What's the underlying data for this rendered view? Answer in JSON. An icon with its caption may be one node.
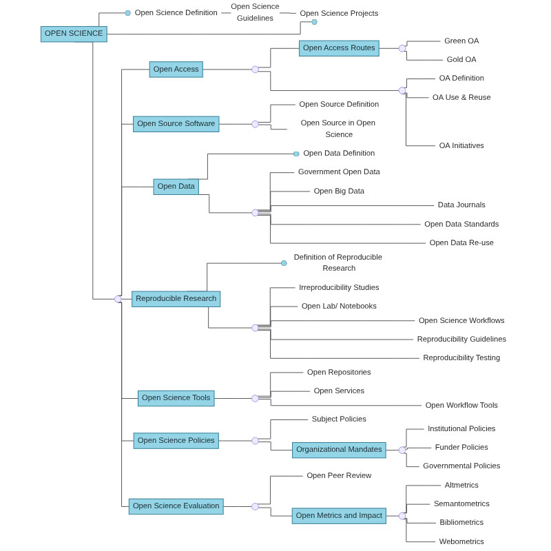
{
  "diagram": {
    "nodes": [
      {
        "text": [
          "OPEN SCIENCE"
        ]
      },
      {
        "text": [
          "Open Science Definition"
        ]
      },
      {
        "text": [
          "Open Science Projects"
        ]
      },
      {
        "text": [],
        "shape": "circle"
      },
      {
        "text": [
          "Open Access"
        ]
      },
      {
        "text": [
          "Open Source Software"
        ]
      },
      {
        "text": [
          "Open Data"
        ]
      },
      {
        "text": [
          "Reproducible Research"
        ]
      },
      {
        "text": [
          "Open Science Tools"
        ]
      },
      {
        "text": [
          "Open Science Policies"
        ]
      },
      {
        "text": [
          "Open Science Evaluation"
        ]
      },
      {
        "text": [],
        "shape": "circle"
      },
      {
        "text": [
          "Open Access Routes"
        ]
      },
      {
        "text": [],
        "shape": "circle"
      },
      {
        "text": [
          "Green OA"
        ]
      },
      {
        "text": [
          "Gold OA"
        ]
      },
      {
        "text": [],
        "shape": "circle"
      },
      {
        "text": [
          "OA Definition"
        ]
      },
      {
        "text": [
          "OA Use & Reuse"
        ]
      },
      {
        "text": [
          "OA Initiatives"
        ]
      },
      {
        "text": [],
        "shape": "circle"
      },
      {
        "text": [
          "Open Source Definition"
        ]
      },
      {
        "text": [
          "Open Source in Open Science"
        ]
      },
      {
        "text": [
          "Open Data Definition"
        ]
      },
      {
        "text": [],
        "shape": "circle"
      },
      {
        "text": [
          "Government Open Data"
        ]
      },
      {
        "text": [
          "Open Big Data"
        ]
      },
      {
        "text": [
          "Data Journals"
        ]
      },
      {
        "text": [
          "Open Data Standards"
        ]
      },
      {
        "text": [
          "Open Data Re-use"
        ]
      },
      {
        "text": [
          "Definition of Reproducible Research"
        ]
      },
      {
        "text": [],
        "shape": "circle"
      },
      {
        "text": [
          "Irreproducibility Studies"
        ]
      },
      {
        "text": [
          "Open Lab/ Notebooks"
        ]
      },
      {
        "text": [
          "Open Science Workflows"
        ]
      },
      {
        "text": [
          "Reproducibility Guidelines"
        ]
      },
      {
        "text": [
          "Reproducibility Testing"
        ]
      },
      {
        "text": [],
        "shape": "circle"
      },
      {
        "text": [
          "Open Repositories"
        ]
      },
      {
        "text": [
          "Open Services"
        ]
      },
      {
        "text": [
          "Open Workflow Tools"
        ]
      },
      {
        "text": [],
        "shape": "circle"
      },
      {
        "text": [
          "Subject Policies"
        ]
      },
      {
        "text": [
          "Organizational Mandates"
        ]
      },
      {
        "text": [],
        "shape": "circle"
      },
      {
        "text": [
          "Institutional Policies"
        ]
      },
      {
        "text": [
          "Funder Policies"
        ]
      },
      {
        "text": [
          "Governmental Policies"
        ]
      },
      {
        "text": [],
        "shape": "circle"
      },
      {
        "text": [
          "Open Peer Review"
        ]
      },
      {
        "text": [
          "Open Metrics and Impact"
        ]
      },
      {
        "text": [],
        "shape": "circle"
      },
      {
        "text": [
          "Altmetrics"
        ]
      },
      {
        "text": [
          "Semantometrics"
        ]
      },
      {
        "text": [
          "Bibliometrics"
        ]
      },
      {
        "text": [
          "Webometrics"
        ]
      }
    ],
    "edges": [
      {
        "from": 0,
        "to": 1,
        "arrow": "other"
      },
      {
        "from": 0,
        "to": 2,
        "arrow": "other"
      },
      {
        "from": 1,
        "to": 2,
        "arrow": "none",
        "label": "Open Science Guidelines"
      },
      {
        "from": 0,
        "to": 3,
        "arrow": "none"
      },
      {
        "from": 3,
        "to": 4,
        "arrow": "none"
      },
      {
        "from": 3,
        "to": 5,
        "arrow": "none"
      },
      {
        "from": 3,
        "to": 6,
        "arrow": "none"
      },
      {
        "from": 3,
        "to": 7,
        "arrow": "none"
      },
      {
        "from": 3,
        "to": 8,
        "arrow": "none"
      },
      {
        "from": 3,
        "to": 9,
        "arrow": "none"
      },
      {
        "from": 3,
        "to": 10,
        "arrow": "none"
      },
      {
        "from": 4,
        "to": 11,
        "arrow": "none"
      },
      {
        "from": 11,
        "to": 12,
        "arrow": "none"
      },
      {
        "from": 11,
        "to": 16,
        "arrow": "none"
      },
      {
        "from": 12,
        "to": 13,
        "arrow": "none"
      },
      {
        "from": 13,
        "to": 14,
        "arrow": "none"
      },
      {
        "from": 13,
        "to": 15,
        "arrow": "none"
      },
      {
        "from": 16,
        "to": 17,
        "arrow": "none"
      },
      {
        "from": 16,
        "to": 18,
        "arrow": "none"
      },
      {
        "from": 16,
        "to": 19,
        "arrow": "none"
      },
      {
        "from": 5,
        "to": 20,
        "arrow": "none"
      },
      {
        "from": 20,
        "to": 21,
        "arrow": "none"
      },
      {
        "from": 20,
        "to": 22,
        "arrow": "none"
      },
      {
        "from": 6,
        "to": 23,
        "arrow": "other"
      },
      {
        "from": 6,
        "to": 24,
        "arrow": "none"
      },
      {
        "from": 24,
        "to": 25,
        "arrow": "none"
      },
      {
        "from": 24,
        "to": 26,
        "arrow": "none"
      },
      {
        "from": 24,
        "to": 27,
        "arrow": "none"
      },
      {
        "from": 24,
        "to": 28,
        "arrow": "none"
      },
      {
        "from": 24,
        "to": 29,
        "arrow": "none"
      },
      {
        "from": 7,
        "to": 30,
        "arrow": "other"
      },
      {
        "from": 7,
        "to": 31,
        "arrow": "none"
      },
      {
        "from": 31,
        "to": 32,
        "arrow": "none"
      },
      {
        "from": 31,
        "to": 33,
        "arrow": "none"
      },
      {
        "from": 31,
        "to": 34,
        "arrow": "none"
      },
      {
        "from": 31,
        "to": 35,
        "arrow": "none"
      },
      {
        "from": 31,
        "to": 36,
        "arrow": "none"
      },
      {
        "from": 8,
        "to": 37,
        "arrow": "none"
      },
      {
        "from": 37,
        "to": 38,
        "arrow": "none"
      },
      {
        "from": 37,
        "to": 39,
        "arrow": "none"
      },
      {
        "from": 37,
        "to": 40,
        "arrow": "none"
      },
      {
        "from": 9,
        "to": 41,
        "arrow": "none"
      },
      {
        "from": 41,
        "to": 42,
        "arrow": "none"
      },
      {
        "from": 41,
        "to": 43,
        "arrow": "none"
      },
      {
        "from": 43,
        "to": 44,
        "arrow": "none"
      },
      {
        "from": 44,
        "to": 45,
        "arrow": "none"
      },
      {
        "from": 44,
        "to": 46,
        "arrow": "none"
      },
      {
        "from": 44,
        "to": 47,
        "arrow": "none"
      },
      {
        "from": 10,
        "to": 48,
        "arrow": "none"
      },
      {
        "from": 48,
        "to": 49,
        "arrow": "none"
      },
      {
        "from": 48,
        "to": 50,
        "arrow": "none"
      },
      {
        "from": 50,
        "to": 51,
        "arrow": "none"
      },
      {
        "from": 51,
        "to": 52,
        "arrow": "none"
      },
      {
        "from": 51,
        "to": 53,
        "arrow": "none"
      },
      {
        "from": 51,
        "to": 54,
        "arrow": "none"
      },
      {
        "from": 51,
        "to": 55,
        "arrow": "none"
      }
    ]
  }
}
